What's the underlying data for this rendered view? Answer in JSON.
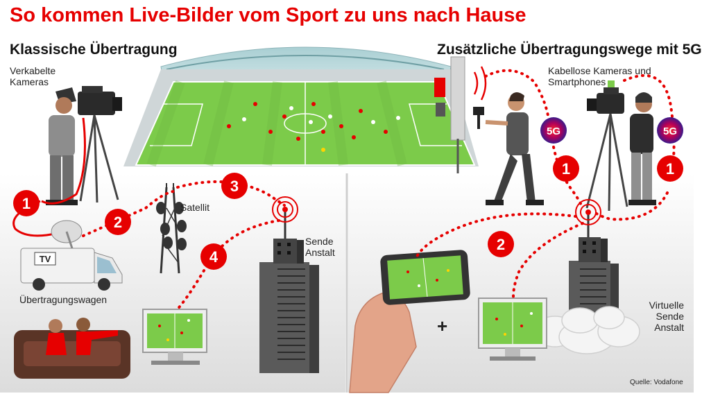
{
  "title": "So kommen Live-Bilder vom Sport zu uns nach Hause",
  "left": {
    "heading": "Klassische Übertragung",
    "labels": {
      "wired_cameras": "Verkabelte Kameras",
      "satellite": "Satellit",
      "broadcaster": "Sende Anstalt",
      "ob_van": "Übertragungswagen",
      "van_sign": "TV"
    },
    "steps": [
      "1",
      "2",
      "3",
      "4"
    ]
  },
  "right": {
    "heading": "Zusätzliche Übertragungswege mit 5G",
    "labels": {
      "wireless_cameras": "Kabellose Kameras und Smartphones",
      "virtual_broadcaster": "Virtuelle Sende Anstalt",
      "plus": "+"
    },
    "steps": [
      "1",
      "1",
      "2"
    ],
    "badge": "5G"
  },
  "source": "Quelle: Vodafone",
  "colors": {
    "accent": "#e60000",
    "pitch": "#7ccb4a",
    "background_gray": "#e9e9e9",
    "building": "#4a4a4a"
  }
}
